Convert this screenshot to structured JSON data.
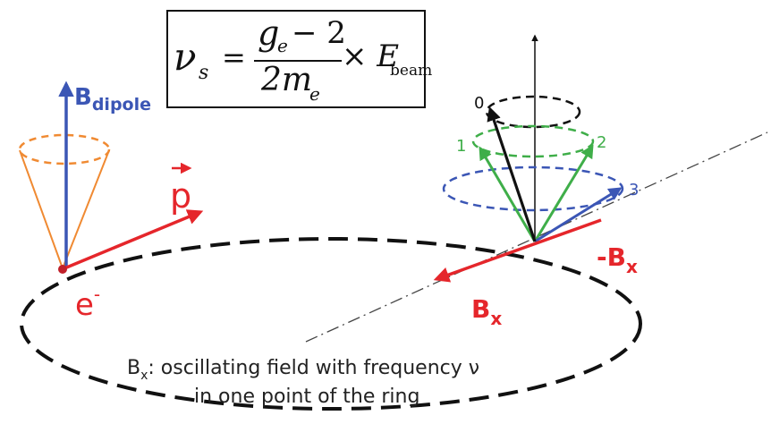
{
  "formula": {
    "lhs_symbol": "ν",
    "lhs_sub": "s",
    "equals": "=",
    "num_main": "g",
    "num_sub": "e",
    "num_rest": "− 2",
    "den_main": "2m",
    "den_sub": "e",
    "times": "× E",
    "times_sub": "beam"
  },
  "labels": {
    "b_dipole_main": "B",
    "b_dipole_sub": "dipole",
    "p_label": "p",
    "electron_main": "e",
    "electron_sup": "-",
    "bx_main": "B",
    "bx_sub": "x",
    "neg_bx_main": "-B",
    "neg_bx_sub": "x",
    "arrow0": "0",
    "arrow1": "1",
    "arrow2": "2",
    "arrow3": "3"
  },
  "caption": {
    "line1_b": "B",
    "line1_sub": "x",
    "line1_rest": ": oscillating field with frequency ν",
    "line2": "in one point of the ring"
  },
  "colors": {
    "blue": "#3b56b5",
    "red": "#e5262b",
    "orange": "#f08a32",
    "green": "#3fae49",
    "black": "#111111"
  }
}
